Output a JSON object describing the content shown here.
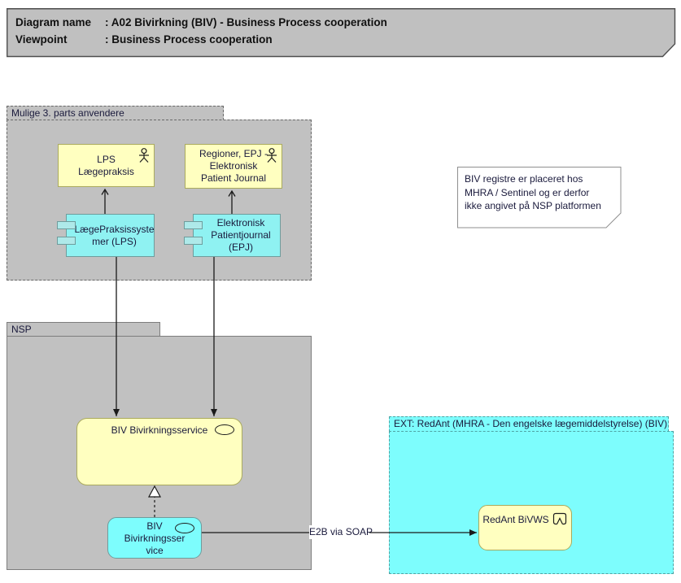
{
  "title_block": {
    "rows": [
      {
        "label": "Diagram name",
        "value": ": A02 Bivirkning (BIV) - Business Process cooperation"
      },
      {
        "label": "Viewpoint",
        "value": ": Business Process cooperation"
      }
    ]
  },
  "groups": {
    "third_party": {
      "label": "Mulige 3. parts anvendere"
    },
    "nsp": {
      "label": "NSP"
    },
    "ext": {
      "label": "EXT: RedAnt (MHRA - Den engelske lægemiddelstyrelse) (BIV)"
    }
  },
  "nodes": {
    "lps_actor": {
      "label": "LPS\nLægepraksis",
      "icon": "actor-icon"
    },
    "epj_actor": {
      "label": "Regioner, EPJ -\nElektronisk\nPatient Journal",
      "icon": "actor-icon"
    },
    "lps_component": {
      "label": "LægePraksissyste\nmer (LPS)",
      "icon": "component-icon"
    },
    "epj_component": {
      "label": "Elektronisk\nPatientjournal\n(EPJ)",
      "icon": "component-icon"
    },
    "biv_service": {
      "label": "BIV Bivirkningsservice",
      "icon": "service-oval-icon"
    },
    "biv_app_service": {
      "label": "BIV\nBivirkningsser\nvice",
      "icon": "service-oval-icon"
    },
    "redant_bivws": {
      "label": "RedAnt BiVWS",
      "icon": "chevron-badge-icon"
    }
  },
  "note": {
    "text": "BIV registre er placeret hos\nMHRA / Sentinel og er derfor\nikke angivet på NSP platformen"
  },
  "connectors": {
    "e2b_label": "E2B via SOAP"
  },
  "colors": {
    "group_gray": "#c1c1c1",
    "title_gray": "#c0c0c0",
    "element_yellow": "#ffffc0",
    "element_cyan": "#8ff2f2",
    "ext_cyan": "#7dfdfd",
    "text_dark": "#1a1a3c",
    "line_black": "#1a1a1a"
  }
}
